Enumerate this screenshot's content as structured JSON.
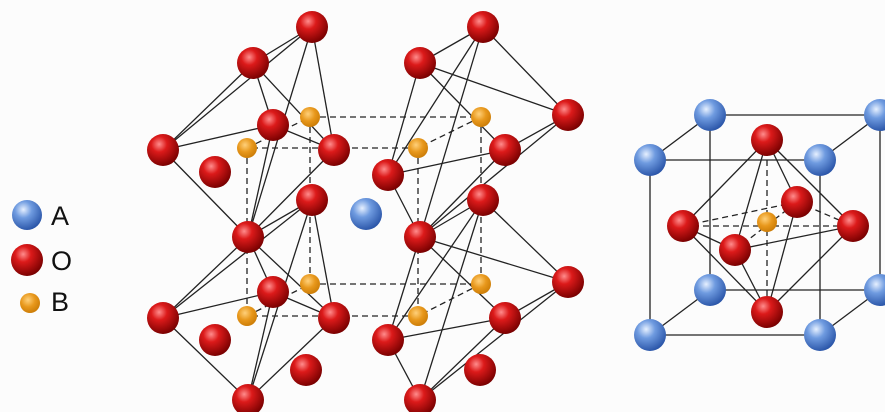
{
  "colors": {
    "background": "#fcfcfc",
    "A": "#3f74c8",
    "O": "#c00000",
    "B": "#e08e12",
    "bond": "#222222"
  },
  "legend": {
    "items": [
      {
        "label": "A",
        "species": "A",
        "marker": "blue-sphere"
      },
      {
        "label": "O",
        "species": "O",
        "marker": "red-sphere"
      },
      {
        "label": "B",
        "species": "B",
        "marker": "orange-dot"
      }
    ]
  }
}
